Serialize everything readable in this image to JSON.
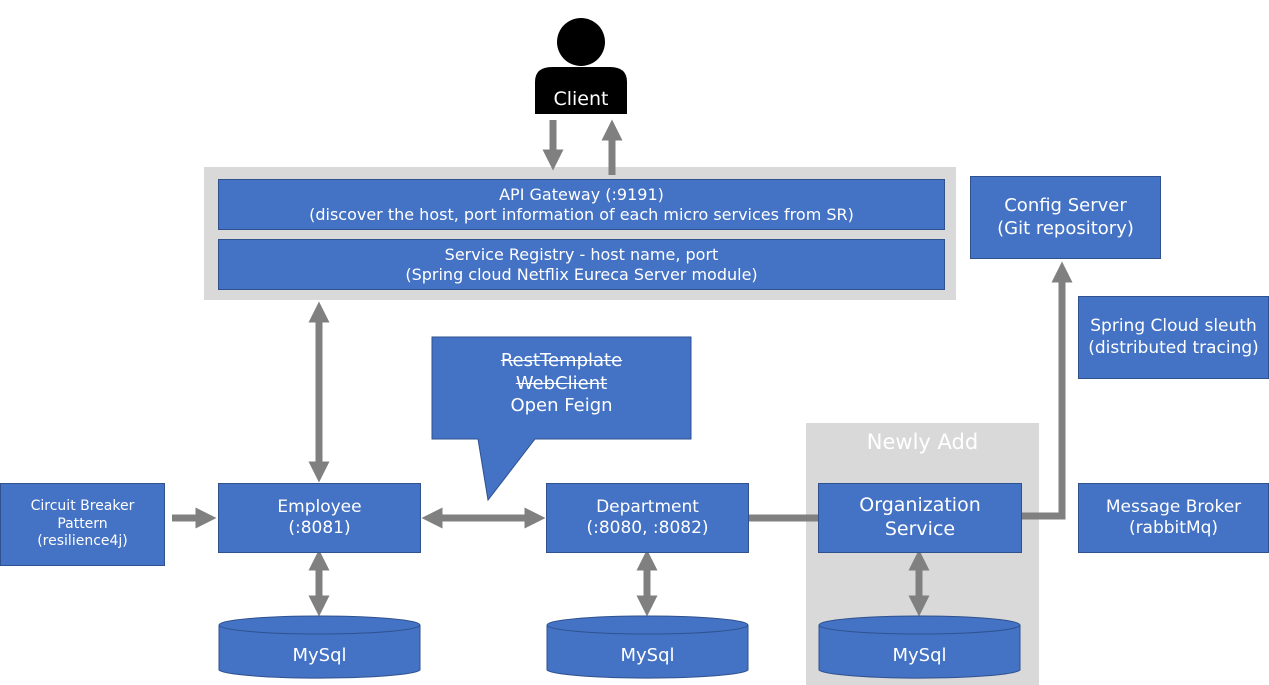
{
  "client": {
    "label": "Client"
  },
  "gateway": {
    "line1": "API Gateway (:9191)",
    "line2": "(discover the host, port information of each micro services from SR)"
  },
  "registry": {
    "line1": "Service Registry - host name, port",
    "line2": "(Spring cloud Netflix Eureca Server module)"
  },
  "config_server": {
    "line1": "Config Server",
    "line2": "(Git repository)"
  },
  "sleuth": {
    "line1": "Spring Cloud sleuth",
    "line2": "(distributed tracing)"
  },
  "callout": {
    "struck1": "RestTemplate",
    "struck2": "WebClient",
    "current": "Open Feign"
  },
  "newly_add": {
    "label": "Newly Add"
  },
  "circuit_breaker": {
    "line1": "Circuit Breaker",
    "line2": "Pattern",
    "line3": "(resilience4j)"
  },
  "employee": {
    "line1": "Employee",
    "line2": "(:8081)"
  },
  "department": {
    "line1": "Department",
    "line2": "(:8080, :8082)"
  },
  "organization": {
    "line1": "Organization",
    "line2": "Service"
  },
  "message_broker": {
    "line1": "Message Broker",
    "line2": "(rabbitMq)"
  },
  "databases": {
    "employee_db": "MySql",
    "department_db": "MySql",
    "organization_db": "MySql"
  },
  "colors": {
    "box_fill": "#4472C4",
    "box_border": "#2F528F",
    "connector": "#808080",
    "panel": "#D9D9D9",
    "client": "#000000"
  }
}
